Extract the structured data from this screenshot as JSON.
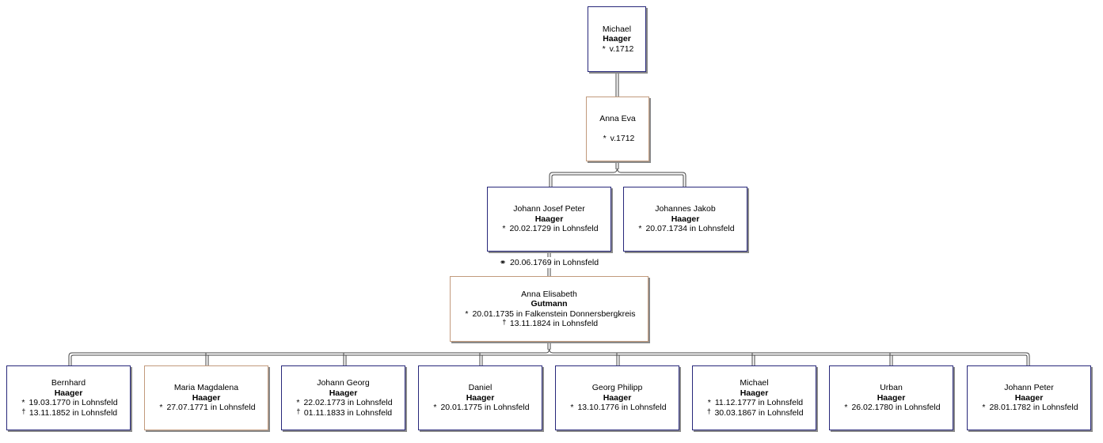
{
  "symbols": {
    "birth": "*",
    "death": "†",
    "marriage": "⚭"
  },
  "persons": {
    "michael_sr": {
      "given": "Michael",
      "surname": "Haager",
      "birth": "v.1712"
    },
    "anna_eva": {
      "given": "Anna Eva",
      "surname": "",
      "birth": "v.1712"
    },
    "johann_josef": {
      "given": "Johann Josef Peter",
      "surname": "Haager",
      "birth": "20.02.1729 in Lohnsfeld"
    },
    "johannes_jakob": {
      "given": "Johannes Jakob",
      "surname": "Haager",
      "birth": "20.07.1734 in Lohnsfeld"
    },
    "anna_elisabeth": {
      "given": "Anna Elisabeth",
      "surname": "Gutmann",
      "birth": "20.01.1735 in Falkenstein Donnersbergkreis",
      "death": "13.11.1824 in Lohnsfeld"
    },
    "bernhard": {
      "given": "Bernhard",
      "surname": "Haager",
      "birth": "19.03.1770 in Lohnsfeld",
      "death": "13.11.1852 in Lohnsfeld"
    },
    "maria_magdalena": {
      "given": "Maria Magdalena",
      "surname": "Haager",
      "birth": "27.07.1771 in Lohnsfeld"
    },
    "johann_georg": {
      "given": "Johann Georg",
      "surname": "Haager",
      "birth": "22.02.1773 in Lohnsfeld",
      "death": "01.11.1833 in Lohnsfeld"
    },
    "daniel": {
      "given": "Daniel",
      "surname": "Haager",
      "birth": "20.01.1775 in Lohnsfeld"
    },
    "georg_philipp": {
      "given": "Georg Philipp",
      "surname": "Haager",
      "birth": "13.10.1776 in Lohnsfeld"
    },
    "michael_jr": {
      "given": "Michael",
      "surname": "Haager",
      "birth": "11.12.1777 in Lohnsfeld",
      "death": "30.03.1867 in Lohnsfeld"
    },
    "urban": {
      "given": "Urban",
      "surname": "Haager",
      "birth": "26.02.1780 in Lohnsfeld"
    },
    "johann_peter": {
      "given": "Johann Peter",
      "surname": "Haager",
      "birth": "28.01.1782 in Lohnsfeld"
    }
  },
  "marriage": {
    "date": "20.06.1769 in Lohnsfeld"
  },
  "colors": {
    "male_border": "#27277a",
    "female_border": "#c29a7c",
    "line": "#333333"
  }
}
